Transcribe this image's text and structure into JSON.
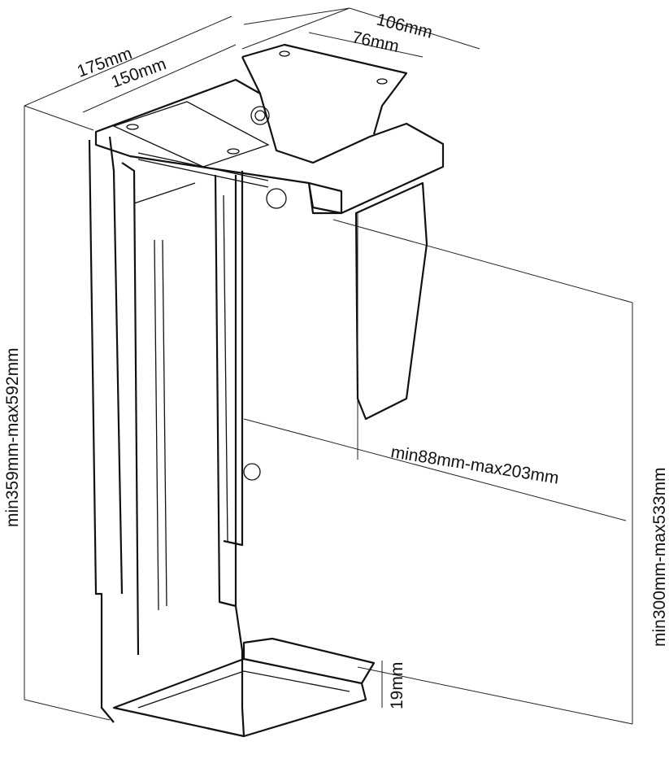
{
  "diagram": {
    "labels": {
      "top_width_outer": "106mm",
      "top_width_inner": "76mm",
      "depth_outer": "175mm",
      "depth_inner": "150mm",
      "total_height": "min359mm-max592mm",
      "width_range": "min88mm-max203mm",
      "inner_height": "min300mm-max533mm",
      "lip_height": "19mm"
    }
  }
}
